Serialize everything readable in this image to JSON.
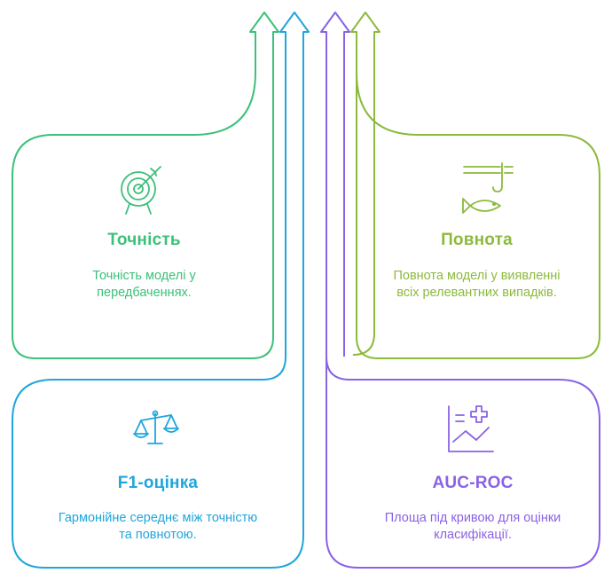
{
  "colors": {
    "green": "#3cc07a",
    "lime": "#8cba3c",
    "blue": "#1fa6dc",
    "purple": "#8a62e6"
  },
  "cards": [
    {
      "title": "Точність",
      "description": "Точність моделі у передбаченнях.",
      "icon": "target-arrow-icon",
      "color": "green"
    },
    {
      "title": "Повнота",
      "description": "Повнота моделі у виявленні всіх релевантних випадків.",
      "icon": "fishing-hook-fish-icon",
      "color": "lime"
    },
    {
      "title": "F1-оцінка",
      "description": "Гармонійне середнє між точністю та повнотою.",
      "icon": "balance-scale-icon",
      "color": "blue"
    },
    {
      "title": "AUC-ROC",
      "description": "Площа під кривою для оцінки класифікації.",
      "icon": "chart-plus-icon",
      "color": "purple"
    }
  ]
}
